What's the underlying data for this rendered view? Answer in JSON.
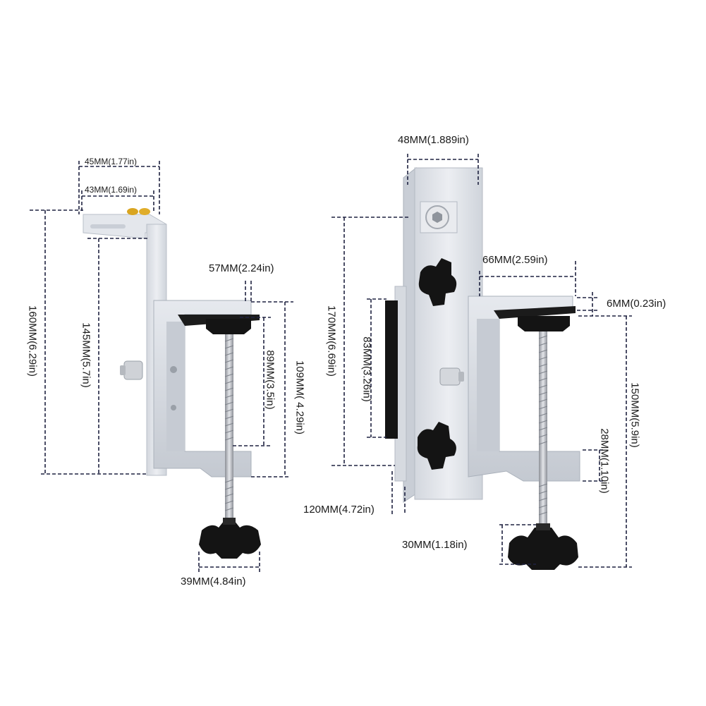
{
  "colors": {
    "background": "#ffffff",
    "aluminum": "#e1e4e9",
    "aluminum_shade": "#c9ced6",
    "aluminum_dark": "#aab1bb",
    "knob": "#141414",
    "screw": "#b9bcc1",
    "brass": "#d9a520",
    "dimension_line": "#1f2240"
  },
  "dimensions": {
    "left": {
      "top_width_45": "45MM(1.77in)",
      "top_width_43": "43MM(1.69in)",
      "height_160": "160MM(6.29in)",
      "height_145": "145MM(5.7in)",
      "clamp_depth_57": "57MM(2.24in)",
      "jaw_opening_89": "89MM(3.5in)",
      "clamp_height_109": "109MM( 4.29in)",
      "knob_width_39": "39MM(4.84in)"
    },
    "right": {
      "top_width_48": "48MM(1.889in)",
      "height_170": "170MM(6.69in)",
      "pad_83": "83MM(3.26in)",
      "base_120": "120MM(4.72in)",
      "arm_66": "66MM(2.59in)",
      "thickness_6": "6MM(0.23in)",
      "height_150": "150MM(5.9in)",
      "gap_28": "28MM(1.10in)",
      "knob_30": "30MM(1.18in)"
    }
  },
  "icons": [
    "bracket-left-icon",
    "bracket-right-icon",
    "knob-icon",
    "screw-icon"
  ]
}
